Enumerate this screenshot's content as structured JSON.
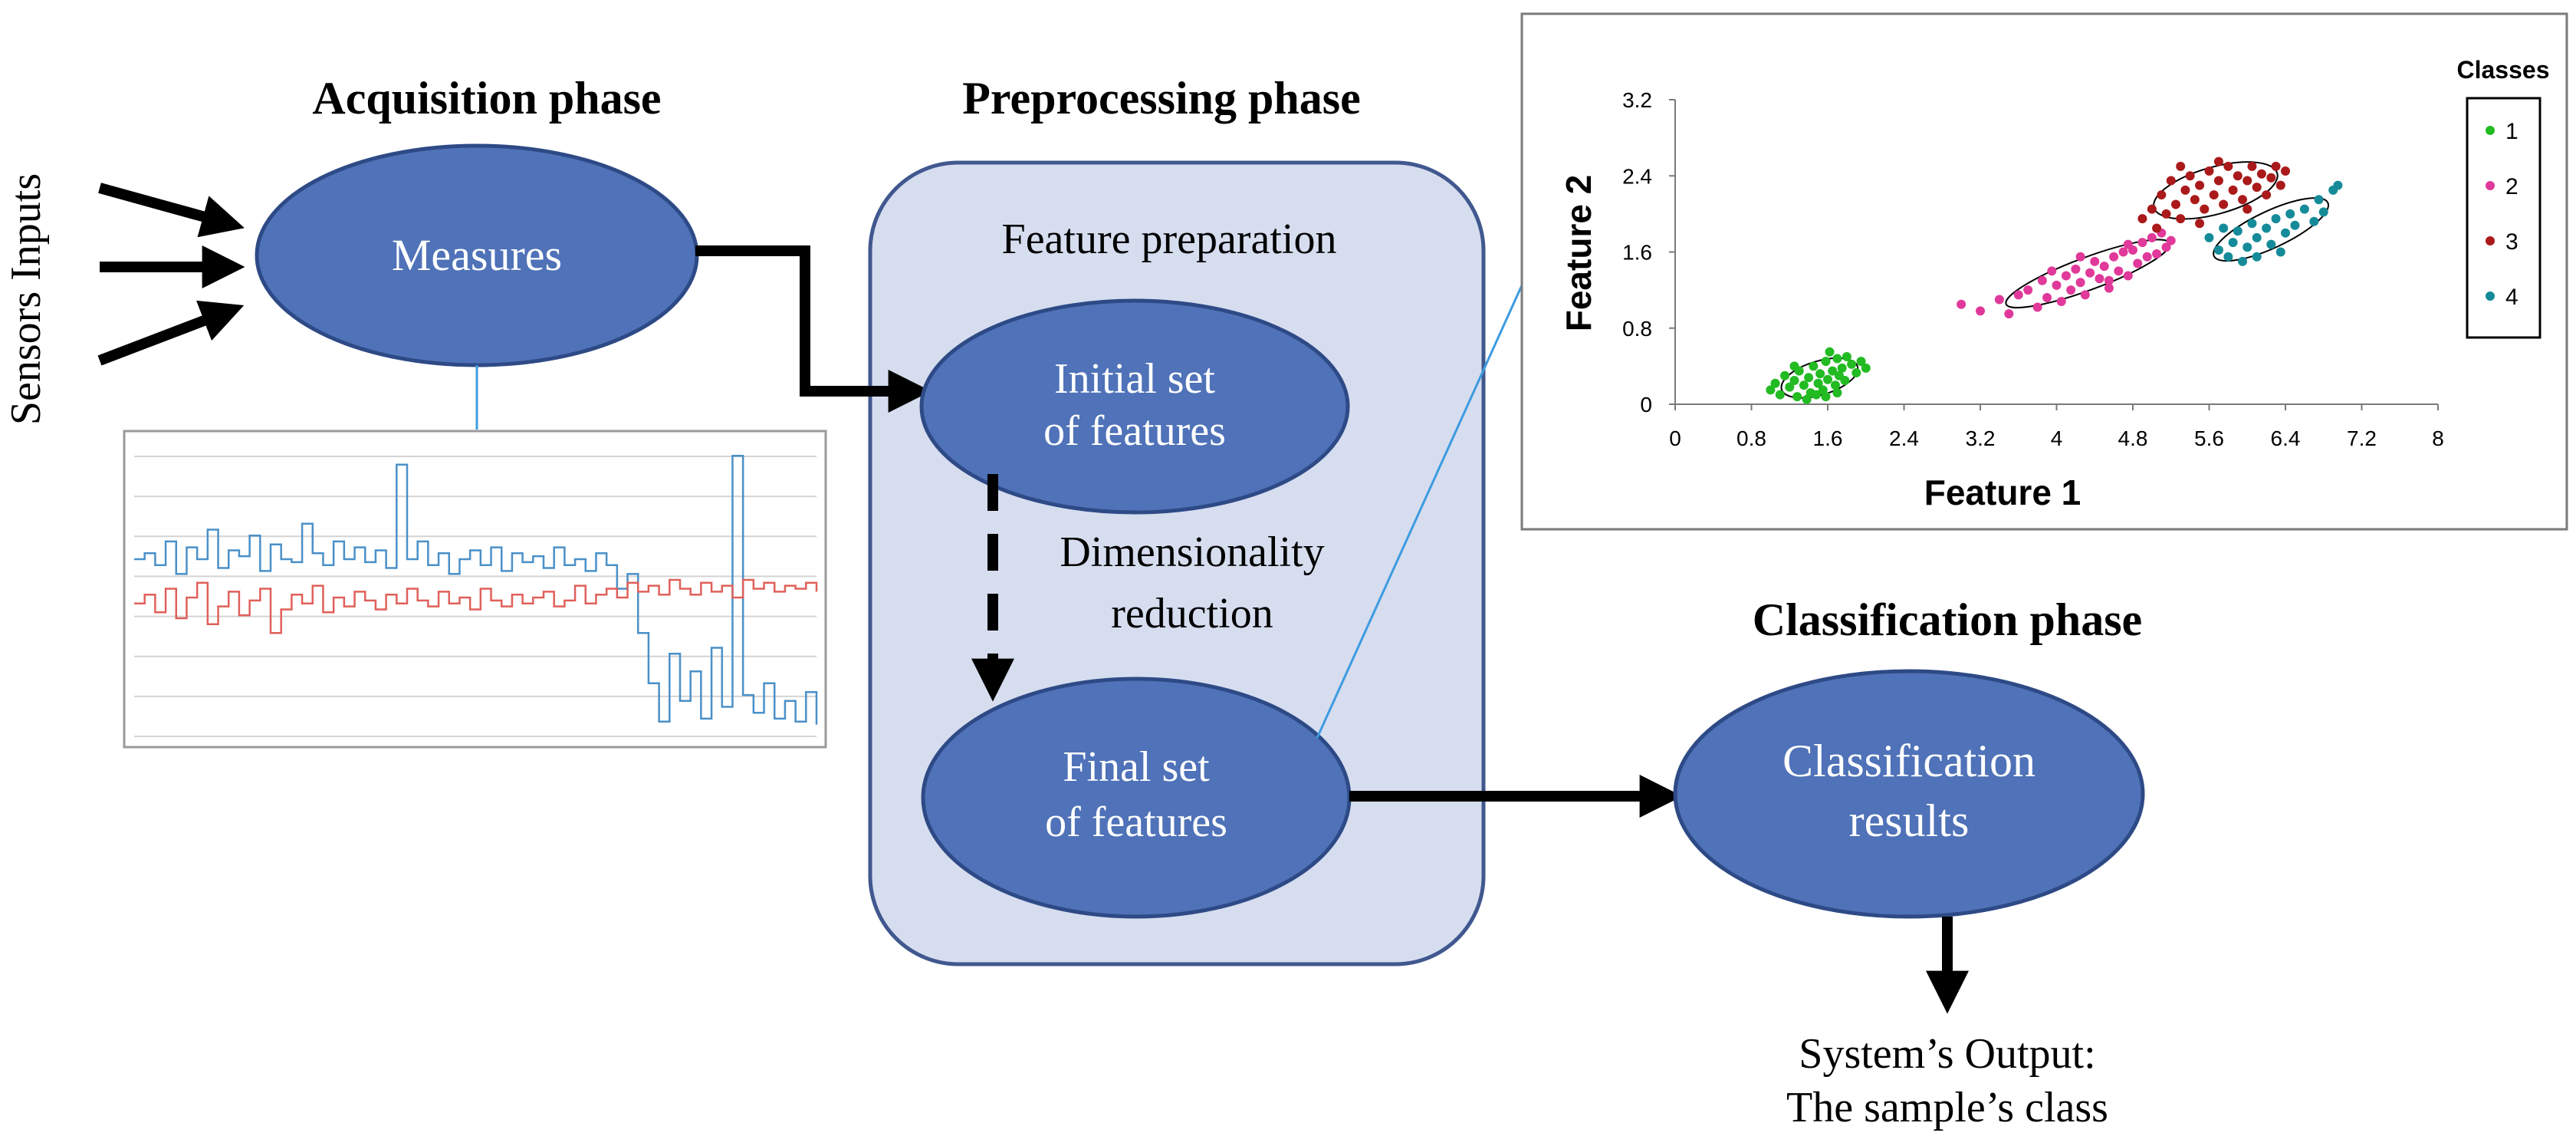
{
  "colors": {
    "node_fill": "#4f72b8",
    "node_stroke": "#2e4a86",
    "panel_fill": "#d6ddef",
    "panel_stroke": "#41588f",
    "arrow": "#000000",
    "link_line": "#3c9be0",
    "signal_blue": "#4a90c8",
    "signal_red": "#e0605a",
    "class_colors": [
      "#22bb22",
      "#e0399a",
      "#aa1a1a",
      "#158b99"
    ]
  },
  "left_label": "Sensors Inputs",
  "phases": {
    "acquisition": "Acquisition phase",
    "preprocessing": "Preprocessing phase",
    "classification": "Classification phase"
  },
  "panel_title": "Feature preparation",
  "nodes": {
    "measures": "Measures",
    "initial_line1": "Initial set",
    "initial_line2": "of features",
    "final_line1": "Final set",
    "final_line2": "of features",
    "classification_line1": "Classification",
    "classification_line2": "results"
  },
  "reduction_line1": "Dimensionality",
  "reduction_line2": "reduction",
  "output_line1": "System’s Output:",
  "output_line2": "The sample’s class",
  "signal_chart": {
    "series": [
      {
        "color": "blue",
        "values": [
          0.6,
          0.62,
          0.58,
          0.66,
          0.55,
          0.64,
          0.6,
          0.7,
          0.57,
          0.63,
          0.61,
          0.68,
          0.56,
          0.65,
          0.6,
          0.59,
          0.72,
          0.62,
          0.58,
          0.66,
          0.6,
          0.64,
          0.59,
          0.63,
          0.57,
          0.92,
          0.6,
          0.66,
          0.58,
          0.62,
          0.55,
          0.6,
          0.63,
          0.58,
          0.64,
          0.56,
          0.62,
          0.59,
          0.61,
          0.57,
          0.64,
          0.58,
          0.6,
          0.56,
          0.62,
          0.58,
          0.5,
          0.55,
          0.35,
          0.18,
          0.05,
          0.28,
          0.12,
          0.22,
          0.06,
          0.3,
          0.1,
          0.95,
          0.14,
          0.08,
          0.18,
          0.06,
          0.12,
          0.05,
          0.15,
          0.04
        ]
      },
      {
        "color": "red",
        "values": [
          0.45,
          0.48,
          0.42,
          0.5,
          0.4,
          0.47,
          0.52,
          0.38,
          0.44,
          0.49,
          0.41,
          0.46,
          0.5,
          0.35,
          0.43,
          0.48,
          0.45,
          0.51,
          0.42,
          0.47,
          0.44,
          0.49,
          0.46,
          0.43,
          0.48,
          0.45,
          0.5,
          0.46,
          0.44,
          0.49,
          0.45,
          0.47,
          0.43,
          0.5,
          0.46,
          0.44,
          0.48,
          0.45,
          0.47,
          0.49,
          0.44,
          0.46,
          0.51,
          0.45,
          0.48,
          0.5,
          0.47,
          0.52,
          0.49,
          0.51,
          0.48,
          0.53,
          0.5,
          0.48,
          0.52,
          0.49,
          0.51,
          0.47,
          0.53,
          0.5,
          0.52,
          0.49,
          0.51,
          0.5,
          0.52,
          0.49
        ]
      }
    ]
  },
  "chart_data": {
    "type": "scatter",
    "xlabel": "Feature 1",
    "ylabel": "Feature 2",
    "xlim": [
      0,
      8
    ],
    "ylim": [
      0,
      3.2
    ],
    "x_ticks": [
      "0",
      "0.8",
      "1.6",
      "2.4",
      "3.2",
      "4",
      "4.8",
      "5.6",
      "6.4",
      "7.2",
      "8"
    ],
    "y_ticks": [
      "0",
      "0.8",
      "1.6",
      "2.4",
      "3.2"
    ],
    "legend_title": "Classes",
    "legend_position": "right",
    "series": [
      {
        "name": "1",
        "points": [
          [
            1.0,
            0.15
          ],
          [
            1.05,
            0.22
          ],
          [
            1.1,
            0.1
          ],
          [
            1.15,
            0.3
          ],
          [
            1.2,
            0.18
          ],
          [
            1.25,
            0.25
          ],
          [
            1.28,
            0.08
          ],
          [
            1.3,
            0.35
          ],
          [
            1.35,
            0.2
          ],
          [
            1.4,
            0.28
          ],
          [
            1.42,
            0.12
          ],
          [
            1.45,
            0.4
          ],
          [
            1.5,
            0.22
          ],
          [
            1.52,
            0.32
          ],
          [
            1.55,
            0.15
          ],
          [
            1.58,
            0.45
          ],
          [
            1.6,
            0.26
          ],
          [
            1.62,
            0.55
          ],
          [
            1.65,
            0.35
          ],
          [
            1.68,
            0.2
          ],
          [
            1.7,
            0.48
          ],
          [
            1.72,
            0.3
          ],
          [
            1.75,
            0.38
          ],
          [
            1.78,
            0.25
          ],
          [
            1.8,
            0.5
          ],
          [
            1.85,
            0.42
          ],
          [
            1.9,
            0.33
          ],
          [
            1.95,
            0.45
          ],
          [
            2.0,
            0.38
          ],
          [
            1.38,
            0.05
          ],
          [
            1.48,
            0.1
          ],
          [
            1.25,
            0.4
          ],
          [
            1.58,
            0.08
          ],
          [
            1.7,
            0.12
          ]
        ]
      },
      {
        "name": "2",
        "points": [
          [
            3.0,
            1.05
          ],
          [
            3.2,
            0.98
          ],
          [
            3.4,
            1.1
          ],
          [
            3.5,
            0.95
          ],
          [
            3.6,
            1.15
          ],
          [
            3.7,
            1.2
          ],
          [
            3.8,
            1.02
          ],
          [
            3.85,
            1.3
          ],
          [
            3.9,
            1.12
          ],
          [
            4.0,
            1.25
          ],
          [
            4.05,
            1.08
          ],
          [
            4.1,
            1.35
          ],
          [
            4.15,
            1.2
          ],
          [
            4.2,
            1.42
          ],
          [
            4.25,
            1.28
          ],
          [
            4.3,
            1.15
          ],
          [
            4.35,
            1.38
          ],
          [
            4.4,
            1.5
          ],
          [
            4.45,
            1.32
          ],
          [
            4.5,
            1.45
          ],
          [
            4.55,
            1.22
          ],
          [
            4.6,
            1.55
          ],
          [
            4.65,
            1.4
          ],
          [
            4.7,
            1.6
          ],
          [
            4.75,
            1.35
          ],
          [
            4.8,
            1.62
          ],
          [
            4.85,
            1.48
          ],
          [
            4.9,
            1.7
          ],
          [
            4.95,
            1.55
          ],
          [
            5.0,
            1.75
          ],
          [
            5.05,
            1.58
          ],
          [
            5.1,
            1.8
          ],
          [
            5.15,
            1.65
          ],
          [
            5.2,
            1.72
          ],
          [
            3.95,
            1.4
          ],
          [
            4.25,
            1.55
          ],
          [
            4.55,
            1.3
          ],
          [
            4.75,
            1.68
          ]
        ]
      },
      {
        "name": "3",
        "points": [
          [
            4.9,
            1.95
          ],
          [
            5.0,
            2.05
          ],
          [
            5.05,
            1.85
          ],
          [
            5.1,
            2.2
          ],
          [
            5.15,
            2.0
          ],
          [
            5.2,
            2.35
          ],
          [
            5.25,
            2.1
          ],
          [
            5.3,
            1.95
          ],
          [
            5.35,
            2.25
          ],
          [
            5.4,
            2.4
          ],
          [
            5.45,
            2.15
          ],
          [
            5.5,
            2.3
          ],
          [
            5.55,
            2.05
          ],
          [
            5.6,
            2.45
          ],
          [
            5.65,
            2.2
          ],
          [
            5.7,
            2.35
          ],
          [
            5.75,
            2.1
          ],
          [
            5.8,
            2.5
          ],
          [
            5.85,
            2.25
          ],
          [
            5.9,
            2.4
          ],
          [
            5.95,
            2.15
          ],
          [
            6.0,
            2.35
          ],
          [
            6.05,
            2.5
          ],
          [
            6.1,
            2.28
          ],
          [
            6.15,
            2.42
          ],
          [
            6.2,
            2.2
          ],
          [
            6.25,
            2.38
          ],
          [
            6.3,
            2.5
          ],
          [
            6.35,
            2.3
          ],
          [
            6.4,
            2.45
          ],
          [
            5.3,
            2.5
          ],
          [
            5.5,
            1.9
          ],
          [
            5.7,
            2.55
          ],
          [
            6.0,
            2.05
          ]
        ]
      },
      {
        "name": "4",
        "points": [
          [
            5.6,
            1.75
          ],
          [
            5.7,
            1.62
          ],
          [
            5.75,
            1.85
          ],
          [
            5.8,
            1.55
          ],
          [
            5.85,
            1.7
          ],
          [
            5.9,
            1.82
          ],
          [
            6.0,
            1.65
          ],
          [
            6.05,
            1.9
          ],
          [
            6.1,
            1.75
          ],
          [
            6.2,
            1.85
          ],
          [
            6.25,
            1.68
          ],
          [
            6.3,
            1.95
          ],
          [
            6.4,
            1.8
          ],
          [
            6.45,
            2.0
          ],
          [
            6.5,
            1.88
          ],
          [
            6.6,
            2.05
          ],
          [
            6.7,
            1.92
          ],
          [
            6.75,
            2.15
          ],
          [
            6.8,
            2.02
          ],
          [
            6.9,
            2.25
          ],
          [
            6.95,
            2.3
          ],
          [
            6.1,
            1.55
          ],
          [
            6.35,
            1.6
          ],
          [
            5.95,
            1.5
          ]
        ]
      }
    ]
  }
}
